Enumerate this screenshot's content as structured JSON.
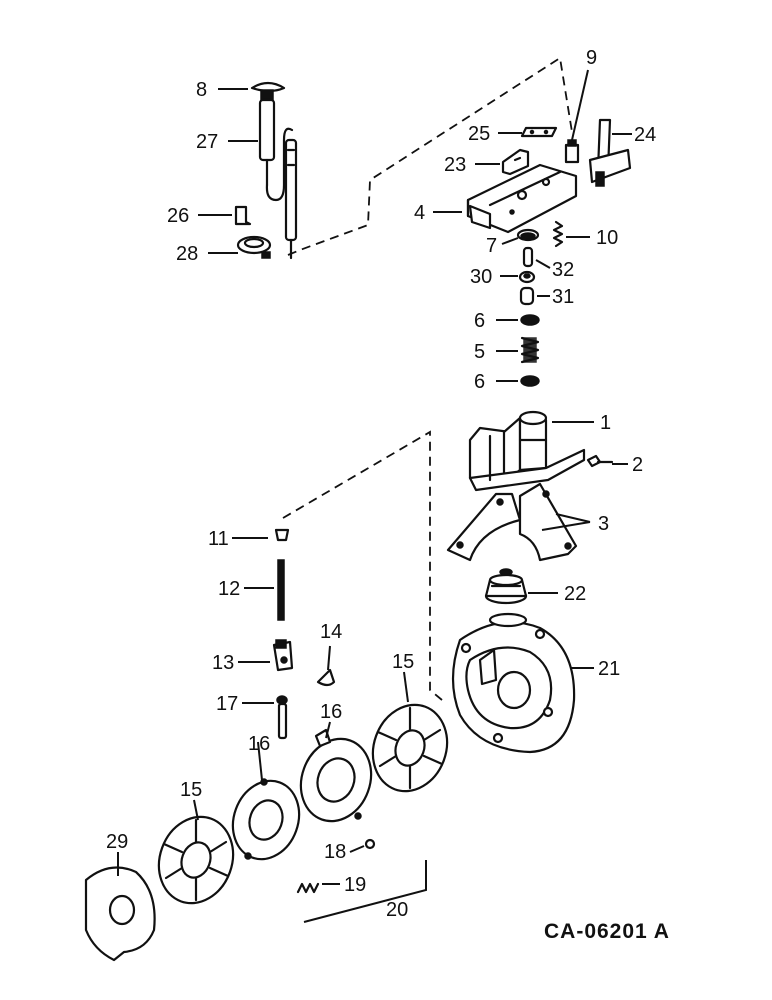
{
  "drawing_code": "CA-06201 A",
  "callouts": {
    "c1": "1",
    "c2": "2",
    "c3": "3",
    "c4": "4",
    "c5": "5",
    "c6a": "6",
    "c6b": "6",
    "c7": "7",
    "c8": "8",
    "c9": "9",
    "c10": "10",
    "c11": "11",
    "c12": "12",
    "c13": "13",
    "c14": "14",
    "c15a": "15",
    "c15b": "15",
    "c16a": "16",
    "c16b": "16",
    "c17": "17",
    "c18": "18",
    "c19": "19",
    "c20": "20",
    "c21": "21",
    "c22": "22",
    "c23": "23",
    "c24": "24",
    "c25": "25",
    "c26": "26",
    "c27": "27",
    "c28": "28",
    "c29": "29",
    "c30": "30",
    "c31": "31",
    "c32": "32"
  }
}
